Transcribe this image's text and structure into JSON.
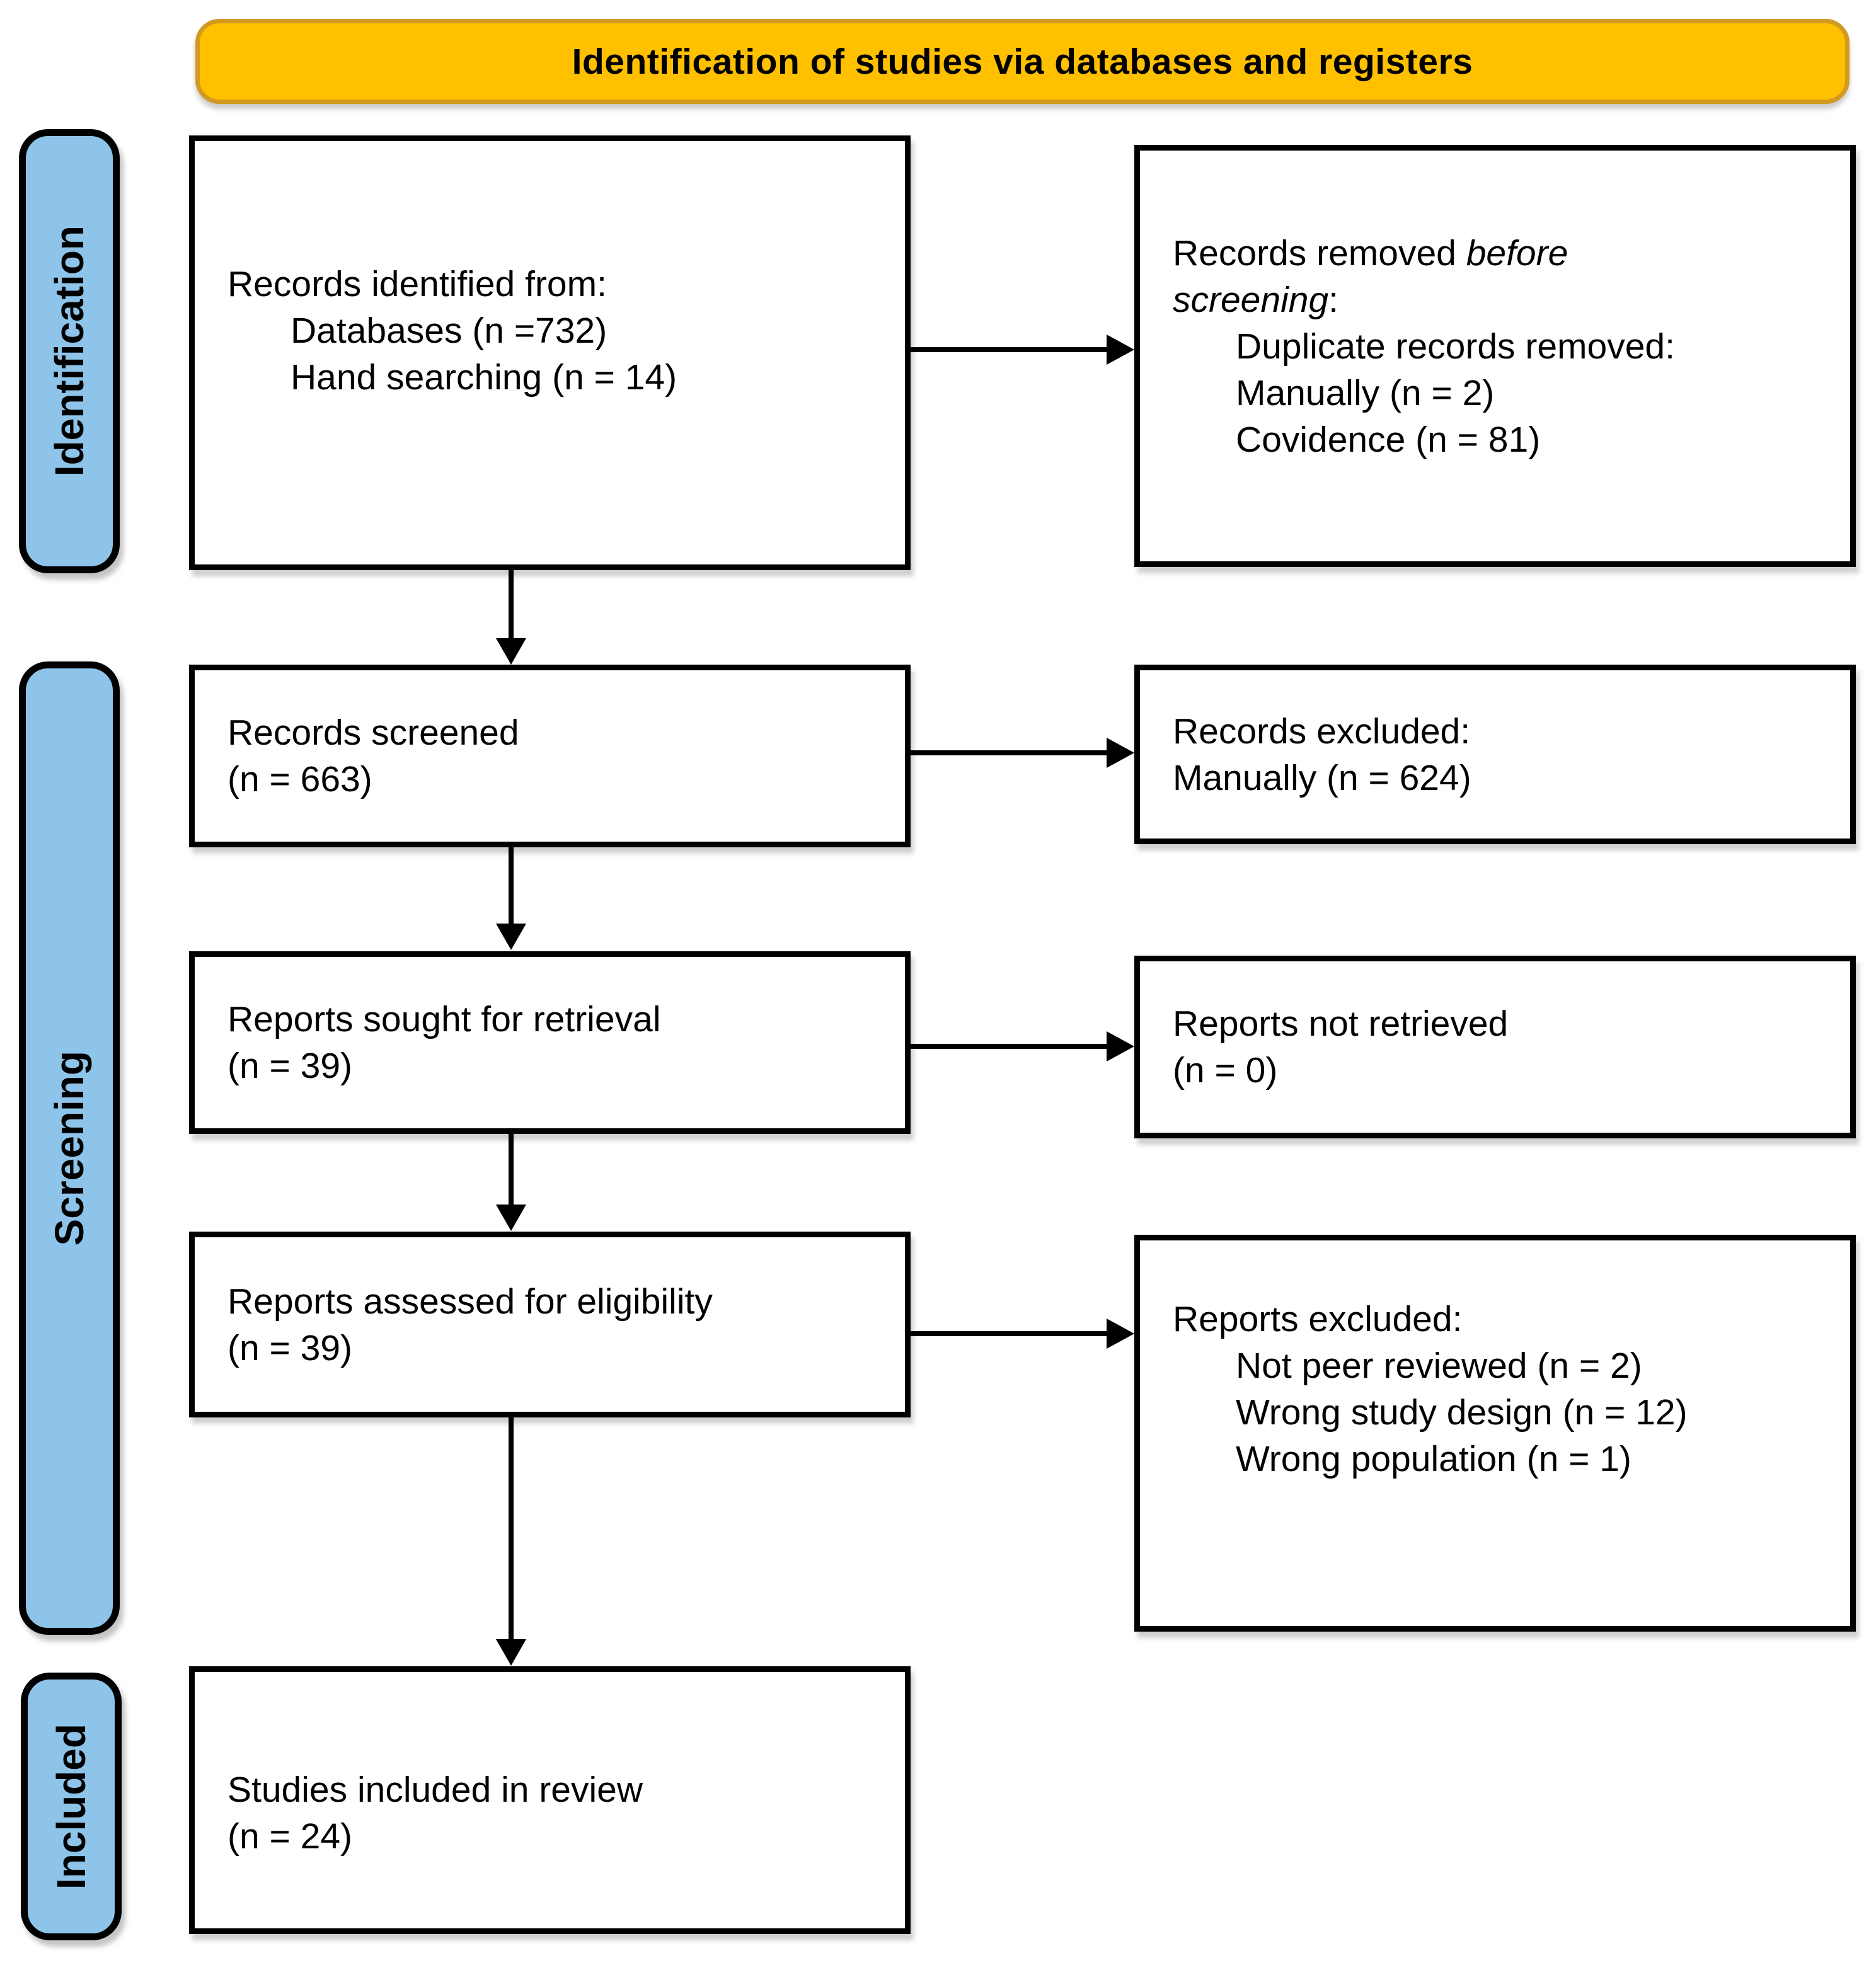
{
  "header": {
    "title": "Identification of studies via databases and registers"
  },
  "stages": {
    "identification": "Identification",
    "screening": "Screening",
    "included": "Included"
  },
  "boxes": {
    "records_identified": {
      "title": "Records identified from:",
      "items": [
        "Databases (n =732)",
        "Hand searching (n = 14)"
      ]
    },
    "records_removed": {
      "line1_normal": "Records removed ",
      "line1_italic": "before",
      "line2_italic": "screening",
      "line2_normal": ":",
      "items": [
        "Duplicate records removed:",
        "Manually (n = 2)",
        "Covidence (n = 81)"
      ]
    },
    "records_screened": {
      "line1": "Records screened",
      "line2": "(n = 663)"
    },
    "records_excluded": {
      "line1": "Records excluded:",
      "line2": "Manually (n = 624)"
    },
    "reports_sought": {
      "line1": "Reports sought for retrieval",
      "line2": "(n = 39)"
    },
    "reports_not_retrieved": {
      "line1": "Reports not retrieved",
      "line2": "(n = 0)"
    },
    "reports_assessed": {
      "line1": "Reports assessed for eligibility",
      "line2": "(n = 39)"
    },
    "reports_excluded": {
      "title": "Reports excluded:",
      "items": [
        "Not peer reviewed (n = 2)",
        "Wrong study design (n = 12)",
        "Wrong population (n = 1)"
      ]
    },
    "studies_included": {
      "line1": "Studies included in review",
      "line2": "(n = 24)"
    }
  },
  "colors": {
    "header_fill": "#FFC000",
    "header_border": "#D29A20",
    "stage_fill": "#8EC4E9",
    "stage_border": "#000000",
    "box_border": "#000000",
    "arrow_color": "#000000"
  }
}
